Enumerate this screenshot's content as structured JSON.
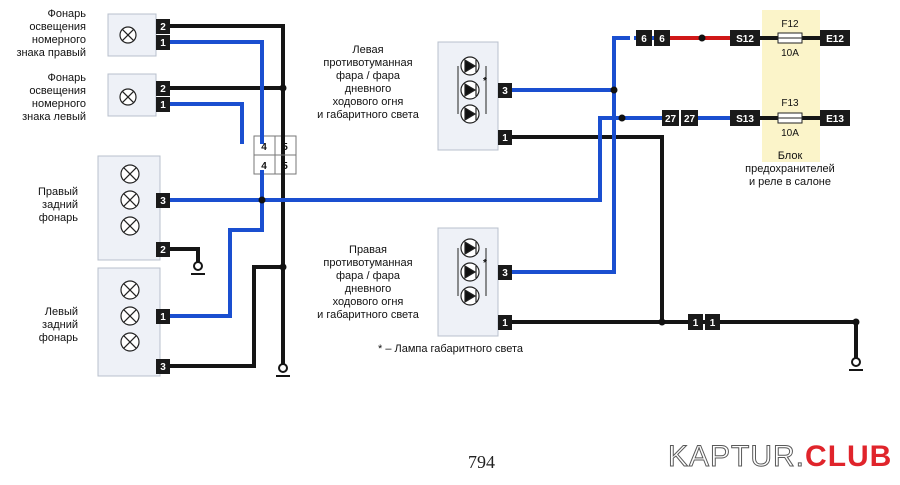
{
  "labels": {
    "plate_lamp_right": "Фонарь\nосвещения\nномерного\nзнака правый",
    "plate_lamp_left": "Фонарь\nосвещения\nномерного\nзнака левый",
    "rear_lamp_right": "Правый\nзадний\nфонарь",
    "rear_lamp_left": "Левый\nзадний\nфонарь",
    "fog_left": "Левая\nпротивотуманная\nфара / фара\nдневного\nходового огня\nи габаритного света",
    "fog_right": "Правая\nпротивотуманная\nфара / фара\nдневного\nходового огня\nи габаритного света",
    "fuse_block": "Блок\nпредохранителей\nи реле в салоне",
    "note": "* – Лампа габаритного света"
  },
  "pins": {
    "plate_right": [
      "2",
      "1"
    ],
    "plate_left": [
      "2",
      "1"
    ],
    "rear_right_3": "3",
    "rear_right_2": "2",
    "rear_left_1": "1",
    "rear_left_3": "3",
    "fog_left_3": "3",
    "fog_left_1": "1",
    "fog_right_3": "3",
    "fog_right_1": "1"
  },
  "splice_block": [
    "4",
    "5",
    "4",
    "5"
  ],
  "fuse_row_1": {
    "c1": "6",
    "c2": "6",
    "s": "S12",
    "fuse": "F12",
    "rating": "10A",
    "e": "E12"
  },
  "fuse_row_2": {
    "c1": "27",
    "c2": "27",
    "s": "S13",
    "fuse": "F13",
    "rating": "10A",
    "e": "E13"
  },
  "ground_conn": [
    "1",
    "1"
  ],
  "asterisks": [
    "*",
    "*"
  ],
  "page_number": "794",
  "watermark": {
    "part1": "KAPTUR.",
    "part2": "CLUB"
  },
  "colors": {
    "wire_blue": "#1a4fd0",
    "wire_black": "#151515",
    "wire_red": "#d01818",
    "fuse_highlight": "#fbf4c9"
  }
}
